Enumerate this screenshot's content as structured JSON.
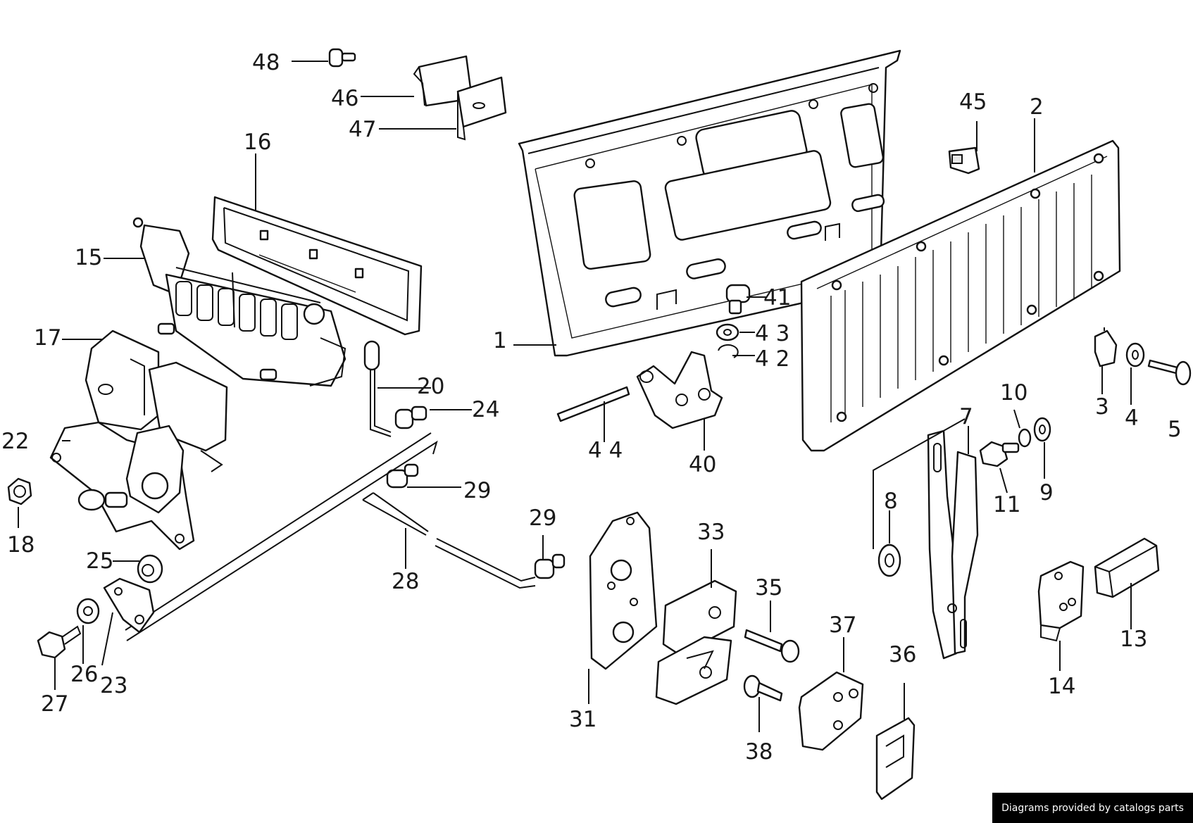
{
  "labels": {
    "l1": "1",
    "l2": "2",
    "l3": "3",
    "l4": "4",
    "l5": "5",
    "l7": "7",
    "l8": "8",
    "l9": "9",
    "l10": "10",
    "l11": "11",
    "l13": "13",
    "l14": "14",
    "l15": "15",
    "l16": "16",
    "l17": "17",
    "l18": "18",
    "l20": "20",
    "l22": "22",
    "l23": "23",
    "l24": "24",
    "l25": "25",
    "l26": "26",
    "l27": "27",
    "l28": "28",
    "l29a": "29",
    "l29b": "29",
    "l31": "31",
    "l33": "33",
    "l35": "35",
    "l36": "36",
    "l37": "37",
    "l38": "38",
    "l40": "40",
    "l41": "41",
    "l42": "4 2",
    "l43": "4 3",
    "l44": "4 4",
    "l45": "45",
    "l46": "46",
    "l47": "47",
    "l48": "48"
  },
  "credit": "Diagrams provided by catalogs parts"
}
